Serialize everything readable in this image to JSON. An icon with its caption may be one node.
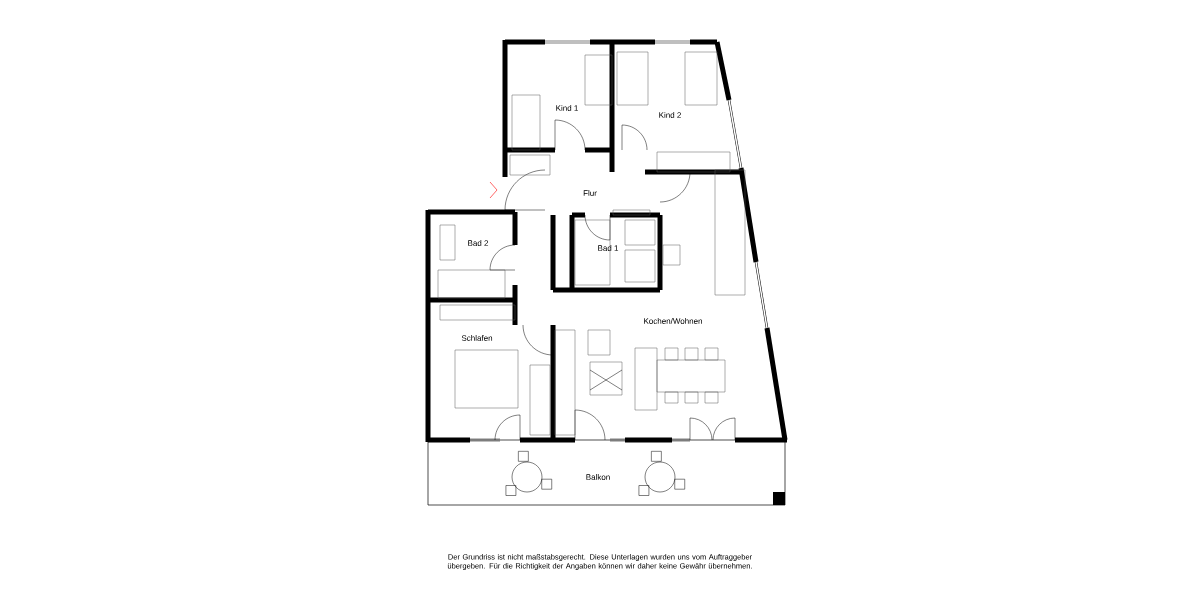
{
  "diagram": {
    "caption": "Der Grundriss ist nicht maßstabsgerecht. Diese Unterlagen wurden uns vom Auftraggeber übergeben. Für die Richtigkeit der Angaben können wir daher keine Gewähr übernehmen.",
    "labels": [
      "Kind 1",
      "Kind 2",
      "Flur",
      "Bad 2",
      "Bad 1",
      "Kochen/Wohnen",
      "Schlafen",
      "Balkon"
    ]
  }
}
